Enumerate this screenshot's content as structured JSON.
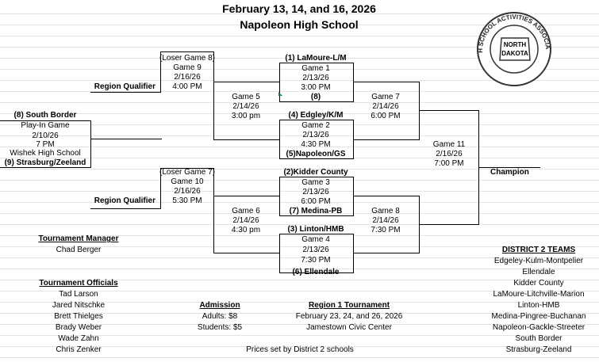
{
  "header": {
    "dates": "February 13, 14, and 16, 2026",
    "host": "Napoleon High School"
  },
  "logo": {
    "top_text": "HIGH SCHOOL ACTIVITIES ASSOCIATION",
    "state_line1": "NORTH",
    "state_line2": "DAKOTA"
  },
  "play_in": {
    "seed_top": "(8) South Border",
    "label": "Play-In Game",
    "date": "2/10/26",
    "time": "7 PM",
    "site": "Wishek High School",
    "seed_bottom": "(9) Strasburg/Zeeland"
  },
  "games": {
    "g9": {
      "team": "(Loser Game 8)",
      "label": "Game 9",
      "date": "2/16/26",
      "time": "4:00 PM",
      "caption": "Region Qualifier"
    },
    "g10": {
      "team": "(Loser Game 7)",
      "label": "Game 10",
      "date": "2/16/26",
      "time": "5:30 PM",
      "caption": "Region Qualifier"
    },
    "g1": {
      "team_top": "(1) LaMoure-L/M",
      "label": "Game 1",
      "date": "2/13/26",
      "time": "3:00 PM",
      "team_bottom": "(8)"
    },
    "g2": {
      "team_top": "(4) Edgley/K/M",
      "label": "Game 2",
      "date": "2/13/26",
      "time": "4:30 PM",
      "team_bottom": "(5)Napoleon/GS"
    },
    "g3": {
      "team_top": "(2)Kidder County",
      "label": "Game 3",
      "date": "2/13/26",
      "time": "6:00 PM",
      "team_bottom": "(7) Medina-PB"
    },
    "g4": {
      "team_top": "(3) Linton/HMB",
      "label": "Game 4",
      "date": "2/13/26",
      "time": "7:30 PM",
      "team_bottom": "(6) Ellendale"
    },
    "g5": {
      "label": "Game 5",
      "date": "2/14/26",
      "time": "3:00 pm"
    },
    "g6": {
      "label": "Game 6",
      "date": "2/14/26",
      "time": "4:30 pm"
    },
    "g7": {
      "label": "Game 7",
      "date": "2/14/26",
      "time": "6:00 PM"
    },
    "g8": {
      "label": "Game 8",
      "date": "2/14/26",
      "time": "7:30 PM"
    },
    "g11": {
      "label": "Game 11",
      "date": "2/16/26",
      "time": "7:00 PM"
    },
    "champion": "Champion"
  },
  "manager": {
    "heading": "Tournament Manager",
    "name": "Chad Berger"
  },
  "officials": {
    "heading": "Tournament Officials",
    "names": [
      "Tad Larson",
      "Jared Nitschke",
      "Brett Thielges",
      "Brady Weber",
      "Wade Zahn",
      "Chris Zenker"
    ]
  },
  "admission": {
    "heading": "Admission",
    "adults": "Adults: $8",
    "students": "Students: $5"
  },
  "region": {
    "heading": "Region 1 Tournament",
    "dates": "February  23, 24, and 26, 2026",
    "site": "Jamestown Civic Center"
  },
  "prices_note": "Prices set by District 2 schools",
  "district": {
    "heading": "DISTRICT 2 TEAMS",
    "teams": [
      "Edgeley-Kulm-Montpelier",
      "Ellendale",
      "Kidder County",
      "LaMoure-Litchville-Marion",
      "Linton-HMB",
      "Medina-Pingree-Buchanan",
      "Napoleon-Gackle-Streeter",
      "South Border",
      "Strasburg-Zeeland"
    ]
  }
}
